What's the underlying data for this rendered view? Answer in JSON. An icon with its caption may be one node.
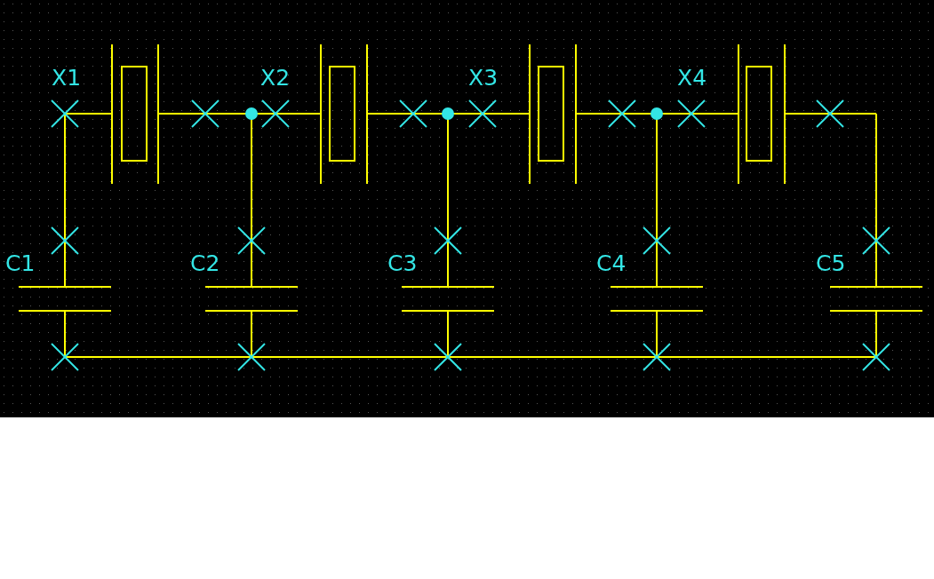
{
  "diagram": {
    "labels": [
      "X1",
      "X2",
      "X3",
      "X4",
      "C1",
      "C2",
      "C3",
      "C4",
      "C5"
    ]
  }
}
